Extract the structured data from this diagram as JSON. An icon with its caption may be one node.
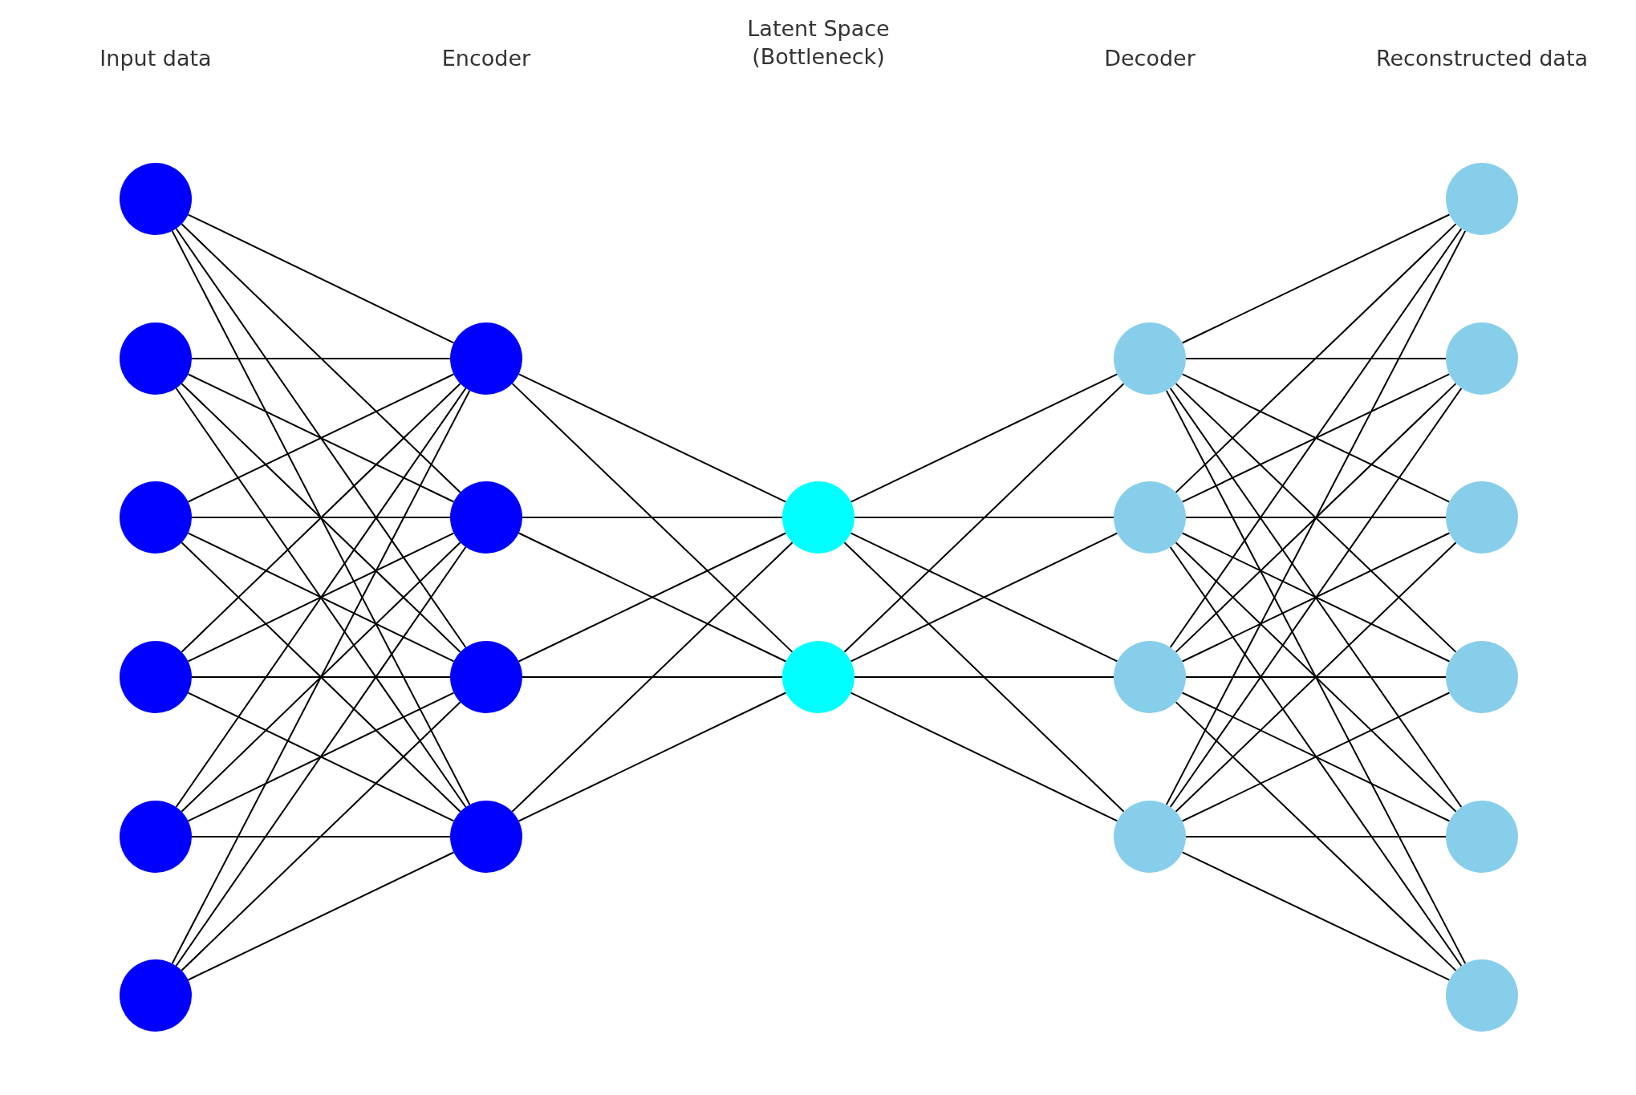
{
  "diagram": {
    "nodes": [
      {
        "text": [],
        "shape": "circle"
      },
      {
        "text": [],
        "shape": "circle"
      },
      {
        "text": [],
        "shape": "circle"
      },
      {
        "text": [],
        "shape": "circle"
      },
      {
        "text": [],
        "shape": "circle"
      },
      {
        "text": [],
        "shape": "circle"
      },
      {
        "text": [],
        "shape": "circle"
      },
      {
        "text": [],
        "shape": "circle"
      },
      {
        "text": [],
        "shape": "circle"
      },
      {
        "text": [],
        "shape": "circle"
      },
      {
        "text": [],
        "shape": "circle"
      },
      {
        "text": [],
        "shape": "circle"
      },
      {
        "text": [],
        "shape": "circle"
      },
      {
        "text": [],
        "shape": "circle"
      },
      {
        "text": [],
        "shape": "circle"
      },
      {
        "text": [],
        "shape": "circle"
      },
      {
        "text": [],
        "shape": "circle"
      },
      {
        "text": [],
        "shape": "circle"
      },
      {
        "text": [],
        "shape": "circle"
      },
      {
        "text": [],
        "shape": "circle"
      },
      {
        "text": [],
        "shape": "circle"
      },
      {
        "text": [],
        "shape": "circle"
      }
    ],
    "edges": [
      {
        "from": 0,
        "to": 6,
        "arrow": "none"
      },
      {
        "from": 0,
        "to": 7,
        "arrow": "none"
      },
      {
        "from": 0,
        "to": 8,
        "arrow": "none"
      },
      {
        "from": 0,
        "to": 9,
        "arrow": "none"
      },
      {
        "from": 1,
        "to": 6,
        "arrow": "none"
      },
      {
        "from": 1,
        "to": 7,
        "arrow": "none"
      },
      {
        "from": 1,
        "to": 8,
        "arrow": "none"
      },
      {
        "from": 1,
        "to": 9,
        "arrow": "none"
      },
      {
        "from": 2,
        "to": 6,
        "arrow": "none"
      },
      {
        "from": 2,
        "to": 7,
        "arrow": "none"
      },
      {
        "from": 2,
        "to": 8,
        "arrow": "none"
      },
      {
        "from": 2,
        "to": 9,
        "arrow": "none"
      },
      {
        "from": 3,
        "to": 6,
        "arrow": "none"
      },
      {
        "from": 3,
        "to": 7,
        "arrow": "none"
      },
      {
        "from": 3,
        "to": 8,
        "arrow": "none"
      },
      {
        "from": 3,
        "to": 9,
        "arrow": "none"
      },
      {
        "from": 4,
        "to": 6,
        "arrow": "none"
      },
      {
        "from": 4,
        "to": 7,
        "arrow": "none"
      },
      {
        "from": 4,
        "to": 8,
        "arrow": "none"
      },
      {
        "from": 4,
        "to": 9,
        "arrow": "none"
      },
      {
        "from": 5,
        "to": 6,
        "arrow": "none"
      },
      {
        "from": 5,
        "to": 7,
        "arrow": "none"
      },
      {
        "from": 5,
        "to": 8,
        "arrow": "none"
      },
      {
        "from": 5,
        "to": 9,
        "arrow": "none"
      },
      {
        "from": 6,
        "to": 10,
        "arrow": "none"
      },
      {
        "from": 6,
        "to": 11,
        "arrow": "none"
      },
      {
        "from": 7,
        "to": 10,
        "arrow": "none"
      },
      {
        "from": 7,
        "to": 11,
        "arrow": "none"
      },
      {
        "from": 8,
        "to": 10,
        "arrow": "none"
      },
      {
        "from": 8,
        "to": 11,
        "arrow": "none"
      },
      {
        "from": 9,
        "to": 10,
        "arrow": "none"
      },
      {
        "from": 9,
        "to": 11,
        "arrow": "none"
      },
      {
        "from": 10,
        "to": 12,
        "arrow": "none"
      },
      {
        "from": 10,
        "to": 13,
        "arrow": "none"
      },
      {
        "from": 10,
        "to": 14,
        "arrow": "none"
      },
      {
        "from": 10,
        "to": 15,
        "arrow": "none"
      },
      {
        "from": 11,
        "to": 12,
        "arrow": "none"
      },
      {
        "from": 11,
        "to": 13,
        "arrow": "none"
      },
      {
        "from": 11,
        "to": 14,
        "arrow": "none"
      },
      {
        "from": 11,
        "to": 15,
        "arrow": "none"
      },
      {
        "from": 12,
        "to": 16,
        "arrow": "none"
      },
      {
        "from": 12,
        "to": 17,
        "arrow": "none"
      },
      {
        "from": 12,
        "to": 18,
        "arrow": "none"
      },
      {
        "from": 12,
        "to": 19,
        "arrow": "none"
      },
      {
        "from": 12,
        "to": 20,
        "arrow": "none"
      },
      {
        "from": 12,
        "to": 21,
        "arrow": "none"
      },
      {
        "from": 13,
        "to": 16,
        "arrow": "none"
      },
      {
        "from": 13,
        "to": 17,
        "arrow": "none"
      },
      {
        "from": 13,
        "to": 18,
        "arrow": "none"
      },
      {
        "from": 13,
        "to": 19,
        "arrow": "none"
      },
      {
        "from": 13,
        "to": 20,
        "arrow": "none"
      },
      {
        "from": 13,
        "to": 21,
        "arrow": "none"
      },
      {
        "from": 14,
        "to": 16,
        "arrow": "none"
      },
      {
        "from": 14,
        "to": 17,
        "arrow": "none"
      },
      {
        "from": 14,
        "to": 18,
        "arrow": "none"
      },
      {
        "from": 14,
        "to": 19,
        "arrow": "none"
      },
      {
        "from": 14,
        "to": 20,
        "arrow": "none"
      },
      {
        "from": 14,
        "to": 21,
        "arrow": "none"
      },
      {
        "from": 15,
        "to": 16,
        "arrow": "none"
      },
      {
        "from": 15,
        "to": 17,
        "arrow": "none"
      },
      {
        "from": 15,
        "to": 18,
        "arrow": "none"
      },
      {
        "from": 15,
        "to": 19,
        "arrow": "none"
      },
      {
        "from": 15,
        "to": 20,
        "arrow": "none"
      },
      {
        "from": 15,
        "to": 21,
        "arrow": "none"
      }
    ],
    "labels": [
      "Input data",
      "Encoder",
      "Latent Space (Bottleneck)",
      "Decoder",
      "Reconstructed data"
    ]
  }
}
